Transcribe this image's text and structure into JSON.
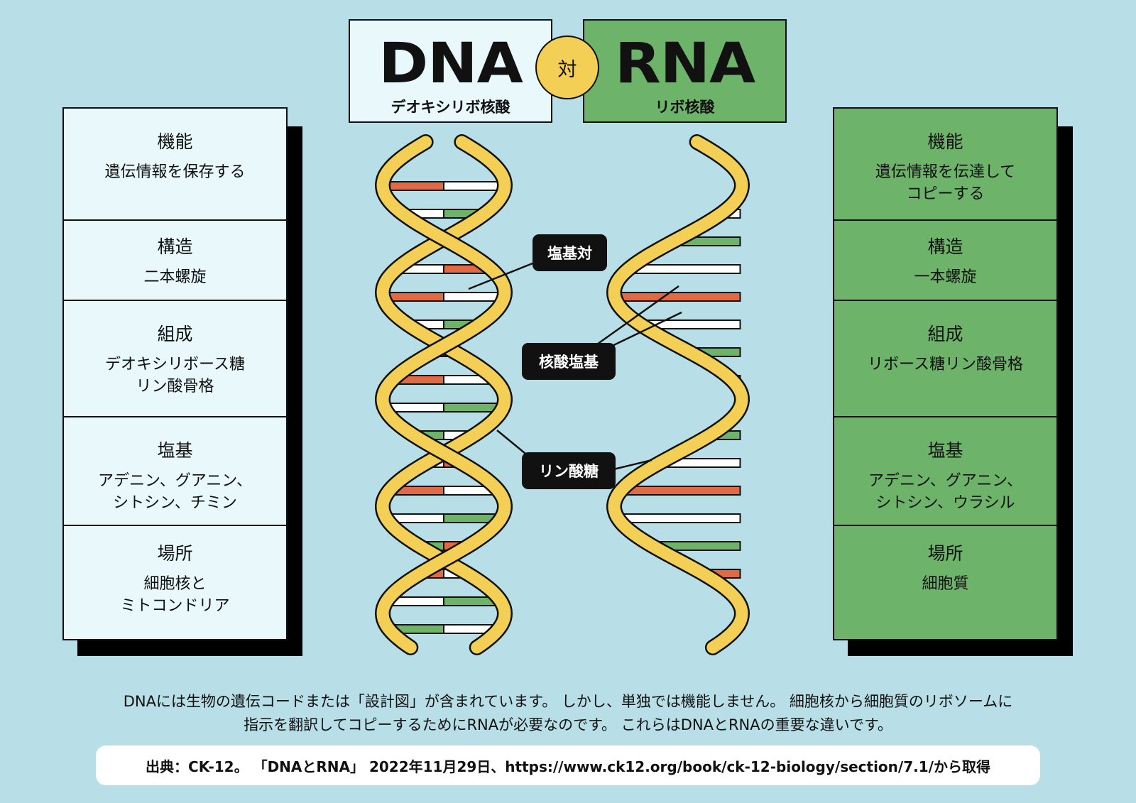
{
  "header": {
    "dna_title": "DNA",
    "dna_subtitle": "デオキシリボ核酸",
    "versus": "対",
    "rna_title": "RNA",
    "rna_subtitle": "リボ核酸"
  },
  "dna_panel": {
    "sections": [
      {
        "heading": "機能",
        "body": "遺伝情報を保存する"
      },
      {
        "heading": "構造",
        "body": "二本螺旋"
      },
      {
        "heading": "組成",
        "body": "デオキシリボース糖\nリン酸骨格"
      },
      {
        "heading": "塩基",
        "body": "アデニン、グアニン、\nシトシン、チミン"
      },
      {
        "heading": "場所",
        "body": "細胞核と\nミトコンドリア"
      }
    ]
  },
  "rna_panel": {
    "sections": [
      {
        "heading": "機能",
        "body": "遺伝情報を伝達して\nコピーする"
      },
      {
        "heading": "構造",
        "body": "一本螺旋"
      },
      {
        "heading": "組成",
        "body": "リボース糖リン酸骨格"
      },
      {
        "heading": "塩基",
        "body": "アデニン、グアニン、\nシトシン、ウラシル"
      },
      {
        "heading": "場所",
        "body": "細胞質"
      }
    ]
  },
  "labels": {
    "base_pair": "塩基対",
    "nucleobase": "核酸塩基",
    "sugar_phosphate": "リン酸糖"
  },
  "description": {
    "line1": "DNAには生物の遺伝コードまたは「設計図」が含まれています。 しかし、単独では機能しません。 細胞核から細胞質のリボソームに",
    "line2": "指示を翻訳してコピーするためにRNAが必要なのです。 これらはDNAとRNAの重要な違いです。"
  },
  "source": "出典：CK-12。 「DNAとRNA」 2022年11月29日、https://www.ck12.org/book/ck-12-biology/section/7.1/から取得",
  "colors": {
    "background": "#b8dfe7",
    "dna_panel": "#e8f8fb",
    "rna_panel": "#6db36a",
    "helix_yellow": "#f3cf55",
    "base_red": "#e06a45",
    "base_green": "#6db36a",
    "base_white": "#ffffff"
  }
}
